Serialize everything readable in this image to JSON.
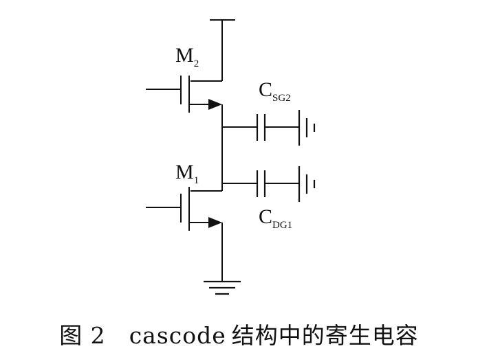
{
  "figure": {
    "caption": {
      "number": "图 2",
      "text_latin": "cascode",
      "text_cn": "结构中的寄生电容"
    },
    "labels": {
      "m2_main": "M",
      "m2_sub": "2",
      "m1_main": "M",
      "m1_sub": "1",
      "csg2_main": "C",
      "csg2_sub": "SG2",
      "cdg1_main": "C",
      "cdg1_sub": "DG1"
    }
  }
}
